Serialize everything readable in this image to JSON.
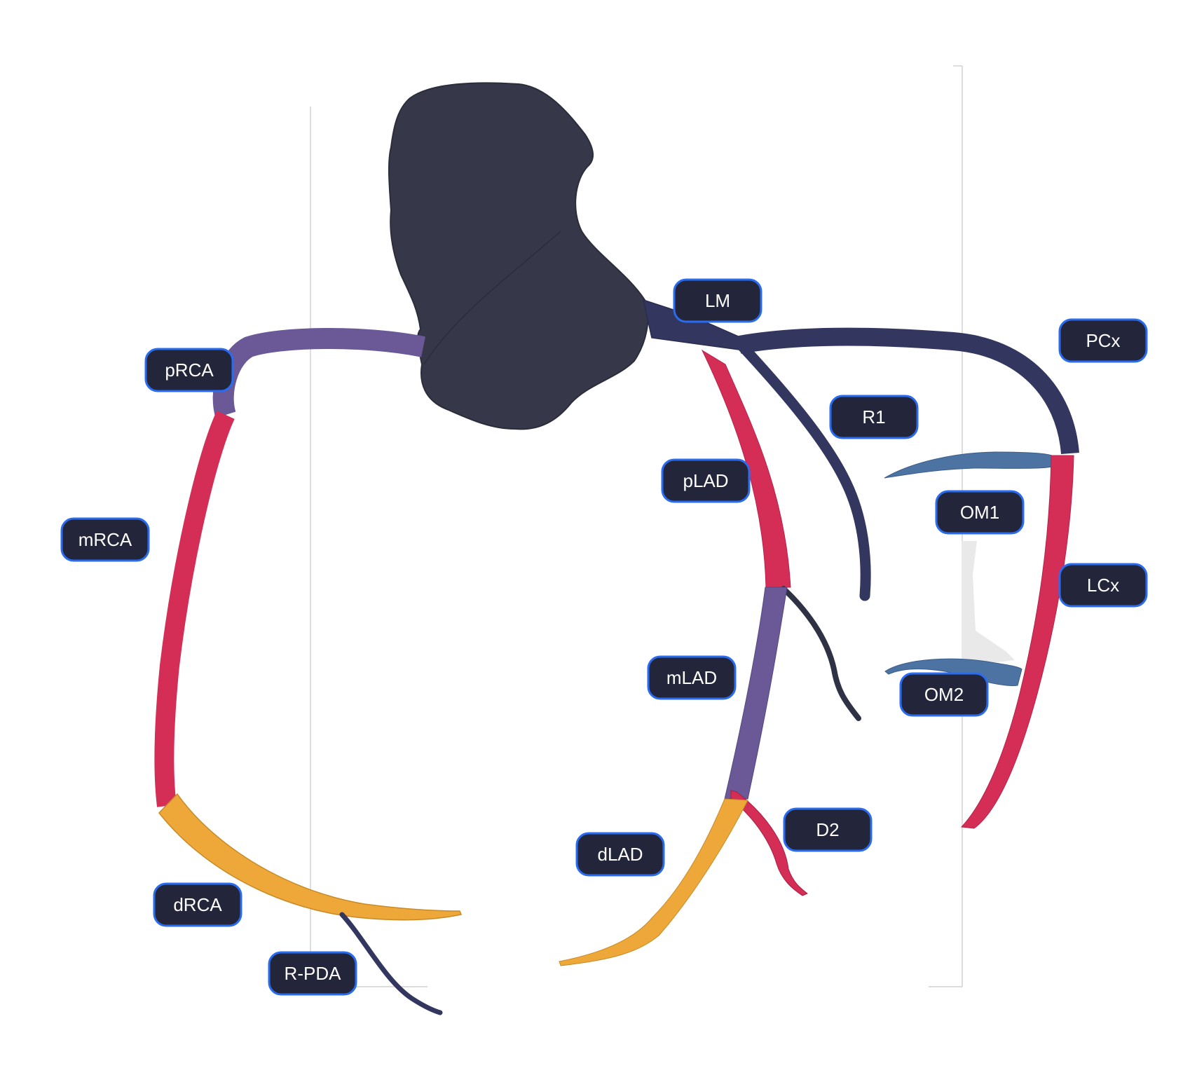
{
  "colors": {
    "aorta": "#363849",
    "navy": "#33375f",
    "purple": "#6a5996",
    "red": "#d42e56",
    "orange": "#eea83a",
    "steel_blue": "#4d73a3",
    "dark_branch": "#2f3244",
    "label_fill": "#23253a",
    "label_border": "#2a6cf0",
    "frame_line": "#c8c8c8"
  },
  "labels": {
    "lm": "LM",
    "pcx": "PCx",
    "prca": "pRCA",
    "r1": "R1",
    "plad": "pLAD",
    "om1": "OM1",
    "mrca": "mRCA",
    "lcx": "LCx",
    "mlad": "mLAD",
    "om2": "OM2",
    "d2": "D2",
    "dlad": "dLAD",
    "drca": "dRCA",
    "rpda": "R-PDA"
  }
}
